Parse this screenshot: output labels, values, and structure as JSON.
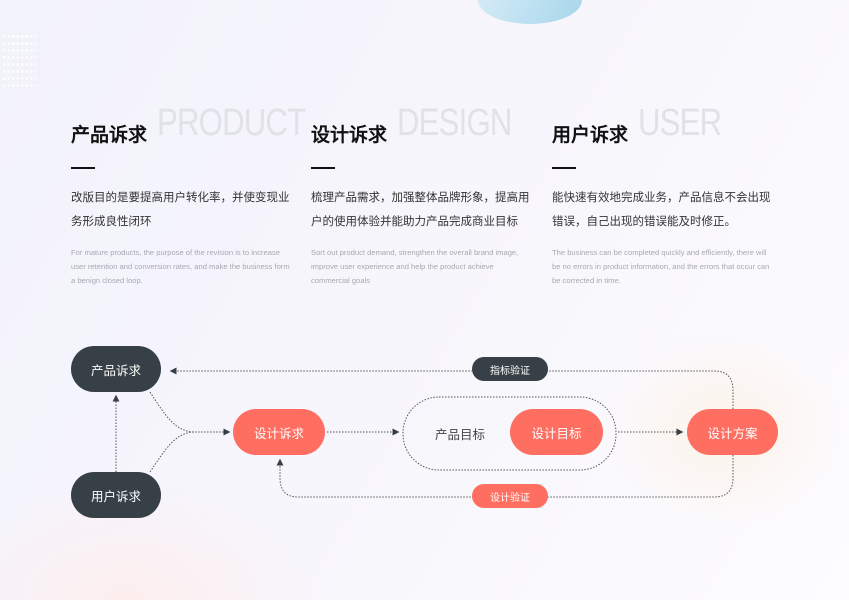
{
  "columns": [
    {
      "watermark": "PRODUCT",
      "title": "产品诉求",
      "body": "改版目的是要提高用户转化率，并使变现业务形成良性闭环",
      "english": "For mature products, the purpose of the revision is to increase user retention and conversion rates, and make the business form a benign closed loop."
    },
    {
      "watermark": "DESIGN",
      "title": "设计诉求",
      "body": "梳理产品需求，加强整体品牌形象，提高用户的使用体验并能助力产品完成商业目标",
      "english": "Sort out product demand, strengthen the overall brand image, improve user experience and help the product achieve commercial goals"
    },
    {
      "watermark": "USER",
      "title": "用户诉求",
      "body": "能快速有效地完成业务，产品信息不会出现错误，自己出现的错误能及时修正。",
      "english": "The business can be completed quickly and efficiently, there will be no errors in product information, and the errors that occur can be corrected in time."
    }
  ],
  "diagram": {
    "product_need": "产品诉求",
    "user_need": "用户诉求",
    "design_need": "设计诉求",
    "product_goal": "产品目标",
    "design_goal": "设计目标",
    "design_plan": "设计方案",
    "metric_verify": "指标验证",
    "design_verify": "设计验证"
  },
  "colors": {
    "dark": "#374047",
    "coral": "#ff6f61"
  }
}
